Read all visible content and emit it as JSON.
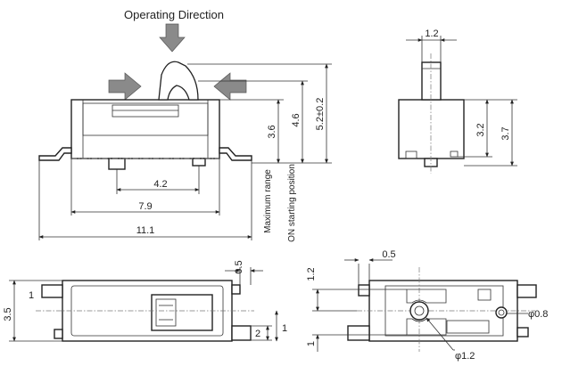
{
  "title": "Operating Direction",
  "front_view": {
    "dim_4_2": "4.2",
    "dim_7_9": "7.9",
    "dim_11_1": "11.1",
    "dim_3_6": "3.6",
    "dim_4_6": "4.6",
    "dim_5_2": "5.2±0.2",
    "label_max_range": "Maximum range",
    "label_on_start": "ON starting position"
  },
  "side_view": {
    "dim_1_2": "1.2",
    "dim_3_2": "3.2",
    "dim_3_7": "3.7"
  },
  "top_view": {
    "dim_3_5": "3.5",
    "dim_1": "1",
    "dim_0_5": "0.5",
    "dim_2": "2",
    "dim_1b": "1"
  },
  "bottom_view": {
    "dim_0_5": "0.5",
    "dim_1_2": "1.2",
    "dim_1": "1",
    "dim_phi_0_8": "φ0.8",
    "dim_phi_1_2": "φ1.2"
  },
  "colors": {
    "line": "#222222",
    "arrow_fill": "#8a8a8a",
    "pin_fill": "#d0d0d0"
  }
}
